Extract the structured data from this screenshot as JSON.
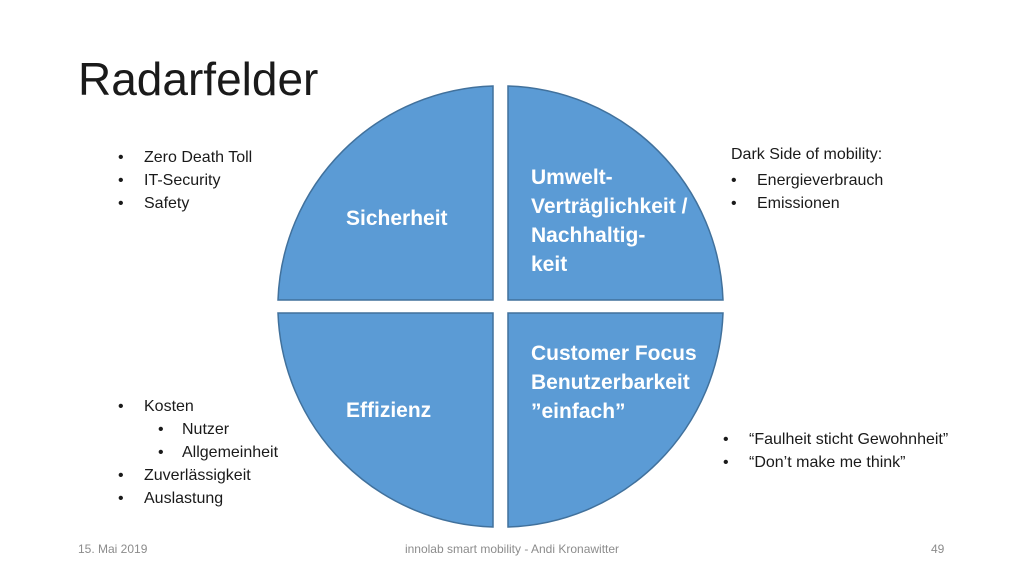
{
  "slide": {
    "title": "Radarfelder",
    "quadrants": {
      "top_left": "Sicherheit",
      "top_right": "Umwelt-\nVerträglichkeit /\nNachhaltig-\nkeit",
      "bottom_left": "Effizienz",
      "bottom_right": "Customer Focus\nBenutzerbarkeit\n”einfach”"
    },
    "notes_top_left": [
      "Zero Death Toll",
      "IT-Security",
      "Safety"
    ],
    "notes_top_right": {
      "heading": "Dark Side of mobility:",
      "items": [
        "Energieverbrauch",
        "Emissionen"
      ]
    },
    "notes_bottom_left": {
      "item1": "Kosten",
      "sub1": "Nutzer",
      "sub2": "Allgemeinheit",
      "item2": "Zuverlässigkeit",
      "item3": "Auslastung"
    },
    "notes_bottom_right": [
      "“Faulheit sticht Gewohnheit”",
      "“Don’t make me think”"
    ],
    "colors": {
      "quadrant_fill": "#5b9bd5",
      "quadrant_stroke": "#41719c"
    }
  },
  "footer": {
    "date": "15. Mai 2019",
    "center": "innolab smart mobility - Andi Kronawitter",
    "page": "49"
  }
}
